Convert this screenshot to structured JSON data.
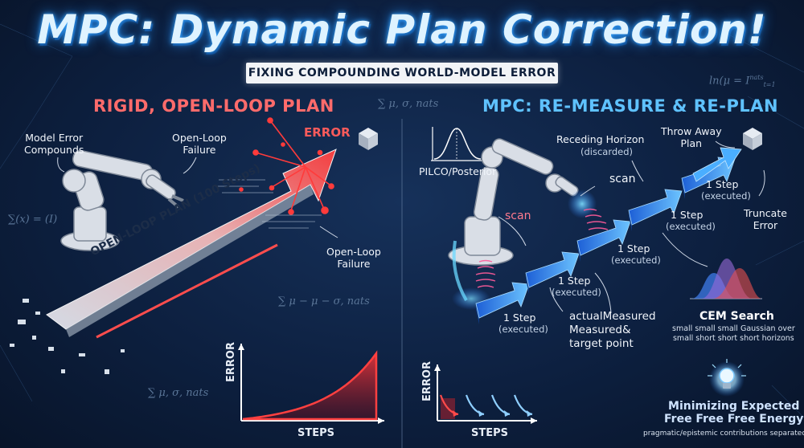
{
  "title": "MPC: Dynamic Plan Correction!",
  "subtitle": "FIXING COMPOUNDING WORLD-MODEL ERROR",
  "left": {
    "heading": "RIGID, OPEN-LOOP PLAN",
    "model_error": "Model Error\nCompounds",
    "open_loop_failure_top": "Open-Loop\nFailure",
    "error_label": "ERROR",
    "open_loop_failure_right": "Open-Loop\nFailure",
    "plan_label": "OPEN-LOOP PLAN (100 Steps)",
    "chart": {
      "ylabel": "ERROR",
      "xlabel": "STEPS"
    }
  },
  "right": {
    "heading": "MPC: RE-MEASURE & RE-PLAN",
    "pilco": "PILCO/Posterior",
    "receding": "Receding Horizon",
    "receding_note": "(discarded)",
    "throw_away": "Throw Away\nPlan",
    "scan_top": "scan",
    "scan_left": "scan",
    "step_label": "1 Step",
    "executed_note": "(executed)",
    "truncate": "Truncate\nError",
    "measured": "actualMeasured\nMeasured&\ntarget point",
    "cem_title": "CEM Search",
    "cem_desc": "small small small Gaussian over\nsmall short short short horizons",
    "energy_title": "Minimizing Expected\nFree Free Free Energy",
    "energy_note": "pragmatic/epistemic contributions separated",
    "chart": {
      "ylabel": "ERROR",
      "xlabel": "STEPS"
    }
  },
  "math": {
    "m1": "ln(μ = I",
    "m1_sup": "nats",
    "m1_sub": "t=1",
    "m2": "∑ μ, σ, nats",
    "m3": "∑ μ − μ − σ, nats",
    "m4": "∑ μ, σ, nats",
    "m5": "∑(x) = (I)"
  },
  "colors": {
    "accent_red": "#ff4a4a",
    "accent_blue": "#3a9bff",
    "bg": "#0d2040"
  }
}
